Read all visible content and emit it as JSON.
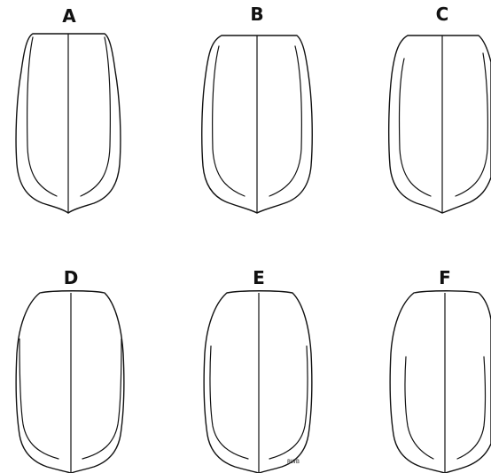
{
  "panels": [
    {
      "label": "A",
      "variant": "a"
    },
    {
      "label": "B",
      "variant": "b"
    },
    {
      "label": "C",
      "variant": "c"
    },
    {
      "label": "D",
      "variant": "d"
    },
    {
      "label": "E",
      "variant": "e"
    },
    {
      "label": "F",
      "variant": "f"
    }
  ],
  "signature": "RWB",
  "colors": {
    "line": "#111111",
    "background": "#ffffff"
  }
}
